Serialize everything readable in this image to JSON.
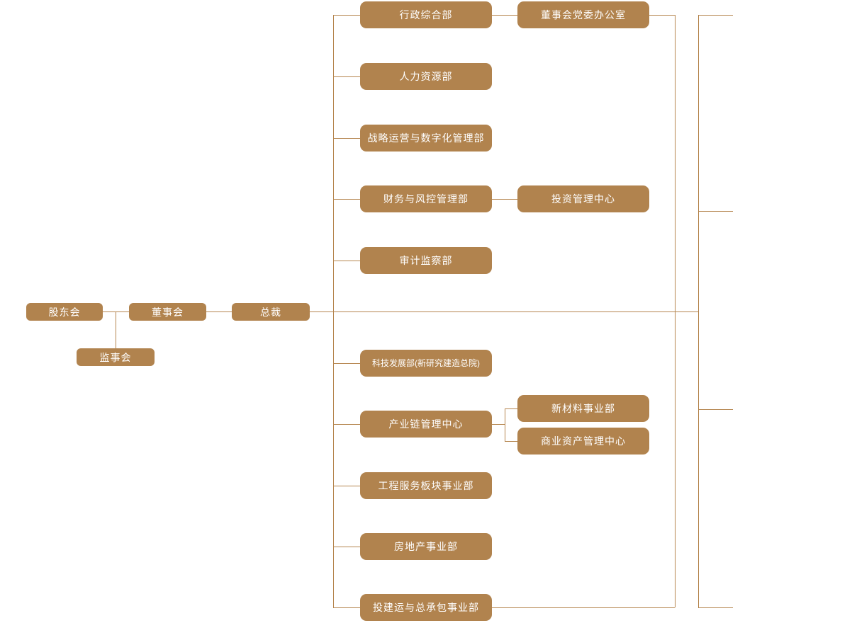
{
  "colors": {
    "accent_line": "#b5854e",
    "node_fill": "#b1834e",
    "node_text": "#ffffff",
    "background": "#ffffff"
  },
  "nodes": {
    "shareholders_meeting": {
      "label": "股东会"
    },
    "board_of_directors": {
      "label": "董事会"
    },
    "president": {
      "label": "总裁"
    },
    "supervisory_board": {
      "label": "监事会"
    },
    "departments": [
      {
        "label": "行政综合部"
      },
      {
        "label": "人力资源部"
      },
      {
        "label": "战略运营与数字化管理部"
      },
      {
        "label": "财务与风控管理部"
      },
      {
        "label": "审计监察部"
      },
      {
        "label": "科技发展部(新研究建造总院)"
      },
      {
        "label": "产业链管理中心"
      },
      {
        "label": "工程服务板块事业部"
      },
      {
        "label": "房地产事业部"
      },
      {
        "label": "投建运与总承包事业部"
      }
    ],
    "sub_units": [
      {
        "label": "董事会党委办公室",
        "parent": "行政综合部"
      },
      {
        "label": "投资管理中心",
        "parent": "财务与风控管理部"
      },
      {
        "label": "新材料事业部",
        "parent": "产业链管理中心"
      },
      {
        "label": "商业资产管理中心",
        "parent": "产业链管理中心"
      }
    ]
  }
}
